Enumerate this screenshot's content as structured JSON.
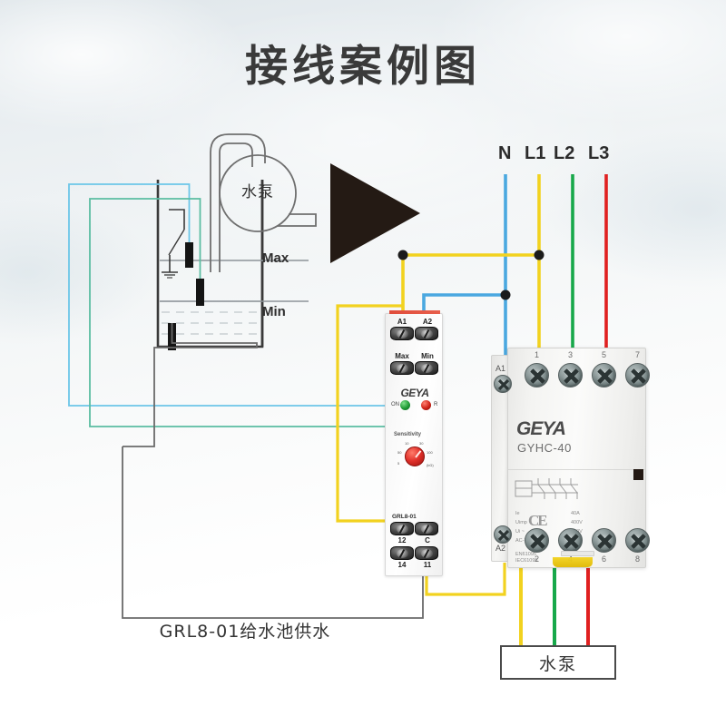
{
  "page": {
    "title": "接线案例图",
    "caption": "GRL8-01给水池供水"
  },
  "supply": {
    "labels": [
      {
        "name": "N",
        "color": "#4aa8e0"
      },
      {
        "name": "L1",
        "color": "#f2d21f"
      },
      {
        "name": "L2",
        "color": "#17a84a"
      },
      {
        "name": "L3",
        "color": "#e02020"
      }
    ]
  },
  "tank": {
    "pump_label": "水泵",
    "max_label": "Max",
    "min_label": "Min",
    "probes": [
      {
        "name": "max-probe",
        "wire_color": "#6cc6e8"
      },
      {
        "name": "min-probe",
        "wire_color": "#5bbda2"
      },
      {
        "name": "common-probe",
        "wire_color": "#5a5a5a"
      }
    ]
  },
  "relay": {
    "brand": "GEYA",
    "model": "GRL8-01",
    "sensitivity_label": "Sensitivity",
    "dial_ticks": [
      "10",
      "30",
      "50",
      "5",
      "100",
      "(kΩ)"
    ],
    "leds": [
      {
        "name": "on-led",
        "label": "ON",
        "color": "#1e9b35"
      },
      {
        "name": "r-led",
        "label": "R",
        "color": "#cf2318"
      }
    ],
    "terminals_top": [
      "A1",
      "A2"
    ],
    "terminals_probe": [
      "Max",
      "Min"
    ],
    "terminals_bottom_row1": [
      "12",
      "C"
    ],
    "terminals_bottom_row2": [
      "14",
      "11"
    ]
  },
  "contactor": {
    "brand": "GEYA",
    "model": "GYHC-40",
    "aux_top": "A1",
    "aux_bottom": "A2",
    "terminals_top": [
      "1",
      "3",
      "5",
      "7"
    ],
    "terminals_bottom": [
      "2",
      "4",
      "6",
      "8"
    ],
    "specs": [
      {
        "key": "Ie",
        "value": "40A"
      },
      {
        "key": "Uimp",
        "value": "400V"
      },
      {
        "key": "Ui ~",
        "value": "690V"
      },
      {
        "key": "AC-7a",
        "value": "40A"
      }
    ],
    "standards": [
      "EN61095",
      "IEC61095"
    ],
    "ce_mark": "CE"
  },
  "load": {
    "pump_label": "水泵"
  },
  "wires": {
    "N": "#4aa8e0",
    "L1": "#f2d21f",
    "L2": "#17a84a",
    "L3": "#e02020",
    "control_yellow": "#f2d21f",
    "probe_max": "#6cc6e8",
    "probe_min": "#5bbda2",
    "probe_common": "#6a6a6a",
    "outline": "#555555"
  }
}
